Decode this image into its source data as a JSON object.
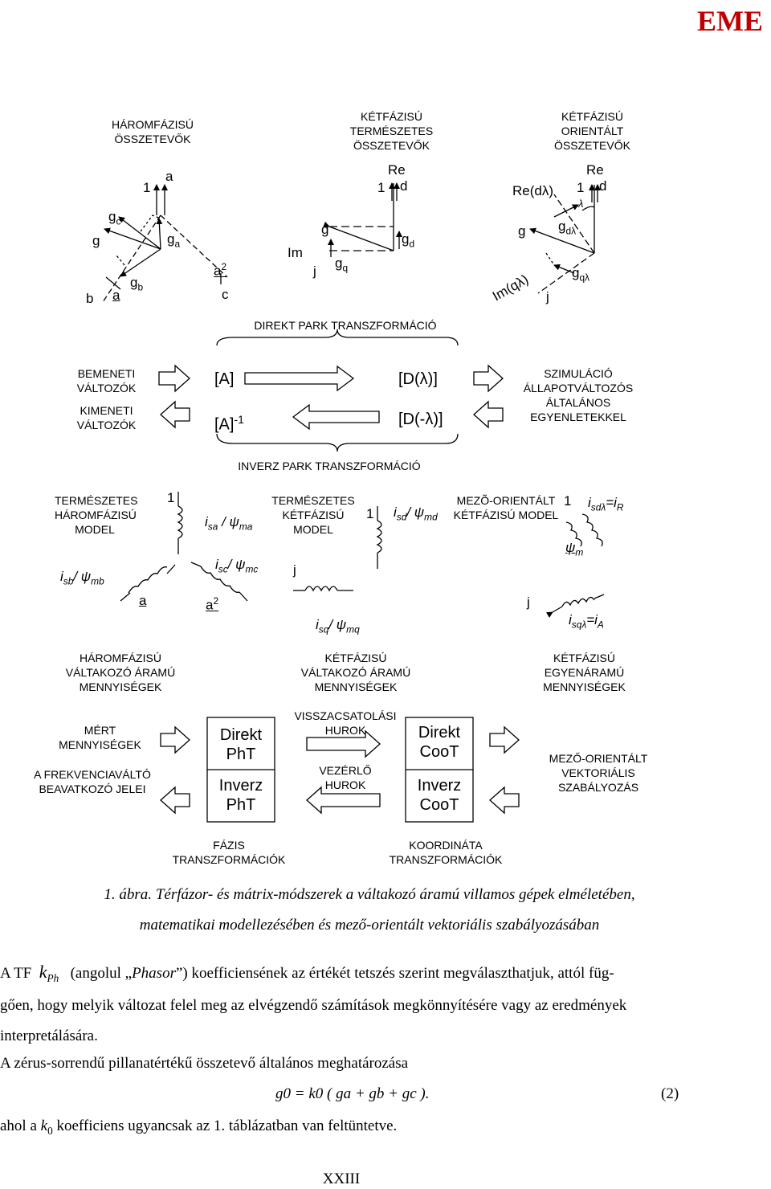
{
  "header": {
    "logo": "EME"
  },
  "diagram": {
    "top_labels": {
      "three_phase": "HÁROMFÁZISÚ ÖSSZETEVŐK",
      "two_phase_natural": "KÉTFÁZISÚ TERMÉSZETES ÖSSZETEVŐK",
      "two_phase_oriented": "KÉTFÁZISÚ ORIENTÁLT ÖSSZETEVŐK"
    },
    "vector_labels": {
      "g": "g",
      "gc": "g",
      "gc_sub": "c",
      "ga": "g",
      "ga_sub": "a",
      "gb": "g",
      "gb_sub": "b",
      "one": "1",
      "a": "a",
      "a2": "a",
      "a2_sup": "2",
      "b": "b",
      "c": "c",
      "re": "Re",
      "d": "d",
      "im": "Im",
      "j": "j",
      "gd": "g",
      "gd_sub": "d",
      "gq": "g",
      "gq_sub": "q",
      "re_dl": "Re(dλ)",
      "im_ql": "Im(qλ)",
      "gdl": "g",
      "gdl_sub": "dλ",
      "gql": "g",
      "gql_sub": "qλ",
      "lambda": "λ"
    },
    "direct_park": "DIREKT PARK TRANSZFORMÁCIÓ",
    "inverse_park": "INVERZ PARK TRANSZFORMÁCIÓ",
    "inputs": "BEMENETI VÁLTOZÓK",
    "outputs": "KIMENETI VÁLTOZÓK",
    "matrix_a": "[A]",
    "matrix_a_inv": "[A]",
    "matrix_a_inv_sup": "-1",
    "matrix_d": "[D(λ)]",
    "matrix_d_neg": "[D(-λ)]",
    "simulation": "SZIMULÁCIÓ ÁLLAPOTVÁLTOZÓS ÁLTALÁNOS EGYENLETEKKEL",
    "models": {
      "three_phase": "TERMÉSZETES HÁROMFÁZISÚ MODEL",
      "two_phase": "TERMÉSZETES KÉTFÁZISÚ MODEL",
      "field_oriented": "MEZÕ-ORIENTÁLT KÉTFÁZISÚ MODEL"
    },
    "model_labels": {
      "isa": "i",
      "isa_sub": "sa",
      "psima": "/ ψ",
      "psima_sub": "ma",
      "isb": "i",
      "isb_sub": "sb",
      "psimb": "/ ψ",
      "psimb_sub": "mb",
      "isc": "i",
      "isc_sub": "sc",
      "psimc": "/ ψ",
      "psimc_sub": "mc",
      "isd": "i",
      "isd_sub": "sd",
      "psimd": "/ ψ",
      "psimd_sub": "md",
      "isq": "i",
      "isq_sub": "sq",
      "psimq": "/ ψ",
      "psimq_sub": "mq",
      "isdl": "i",
      "isdl_sub": "sdλ",
      "ir": "=i",
      "ir_sub": "R",
      "isql": "i",
      "isql_sub": "sqλ",
      "ia": "=i",
      "ia_sub": "A",
      "psim": "ψ",
      "psim_sub": "m",
      "one": "1",
      "a": "a",
      "a2": "a",
      "a2_sup": "2",
      "j": "j"
    },
    "quantities": {
      "three_ac": "HÁROMFÁZISÚ VÁLTAKOZÓ ÁRAMÚ MENNYISÉGEK",
      "two_ac": "KÉTFÁZISÚ VÁLTAKOZÓ ÁRAMÚ MENNYISÉGEK",
      "two_dc": "KÉTFÁZISÚ EGYENÁRAMÚ MENNYISÉGEK"
    },
    "bottom": {
      "measured": "MÉRT MENNYISÉGEK",
      "converter": "A FREKVENCIAVÁLTÓ BEAVATKOZÓ JELEI",
      "direct_pht": "Direkt PhT",
      "inverse_pht": "Inverz PhT",
      "feedback": "VISSZACSATOLÁSI HUROK",
      "control": "VEZÉRLŐ HUROK",
      "direct_coot": "Direkt CooT",
      "inverse_coot": "Inverz CooT",
      "fo_control": "MEZŐ-ORIENTÁLT VEKTORIÁLIS SZABÁLYOZÁS",
      "phase_trans": "FÁZIS TRANSZFORMÁCIÓK",
      "coord_trans": "KOORDINÁTA TRANSZFORMÁCIÓK"
    }
  },
  "caption": {
    "label": "1. ábra.",
    "text": "Térfázor- és mátrix-módszerek a váltakozó áramú villamos gépek elméletében, matematikai modellezésében és mező-orientált vektoriális szabályozásában"
  },
  "body": {
    "p1_start": "A TF",
    "p1_k": "k",
    "p1_k_sub": "Ph",
    "p1_a": "(angolul „",
    "p1_phasor": "Phasor",
    "p1_b": "”) koefficiensének az értékét tetszés szerint megválaszthatjuk, attól füg-",
    "p1_line2": "gően, hogy melyik változat felel meg az elvégzendő számítások megkönnyítésére vagy az eredmények",
    "p1_line3": "interpretálására.",
    "p2": "A zérus-sorrendű pillanatértékű összetevő általános meghatározása",
    "eq": "g0 = k0 ( ga + gb + gc ).",
    "eq_num": "(2)",
    "p3_a": "ahol a ",
    "p3_k": "k",
    "p3_k_sub": "0",
    "p3_b": " koefficiens ugyancsak az 1. táblázatban van feltüntetve."
  },
  "footer": {
    "page": "XXIII"
  }
}
